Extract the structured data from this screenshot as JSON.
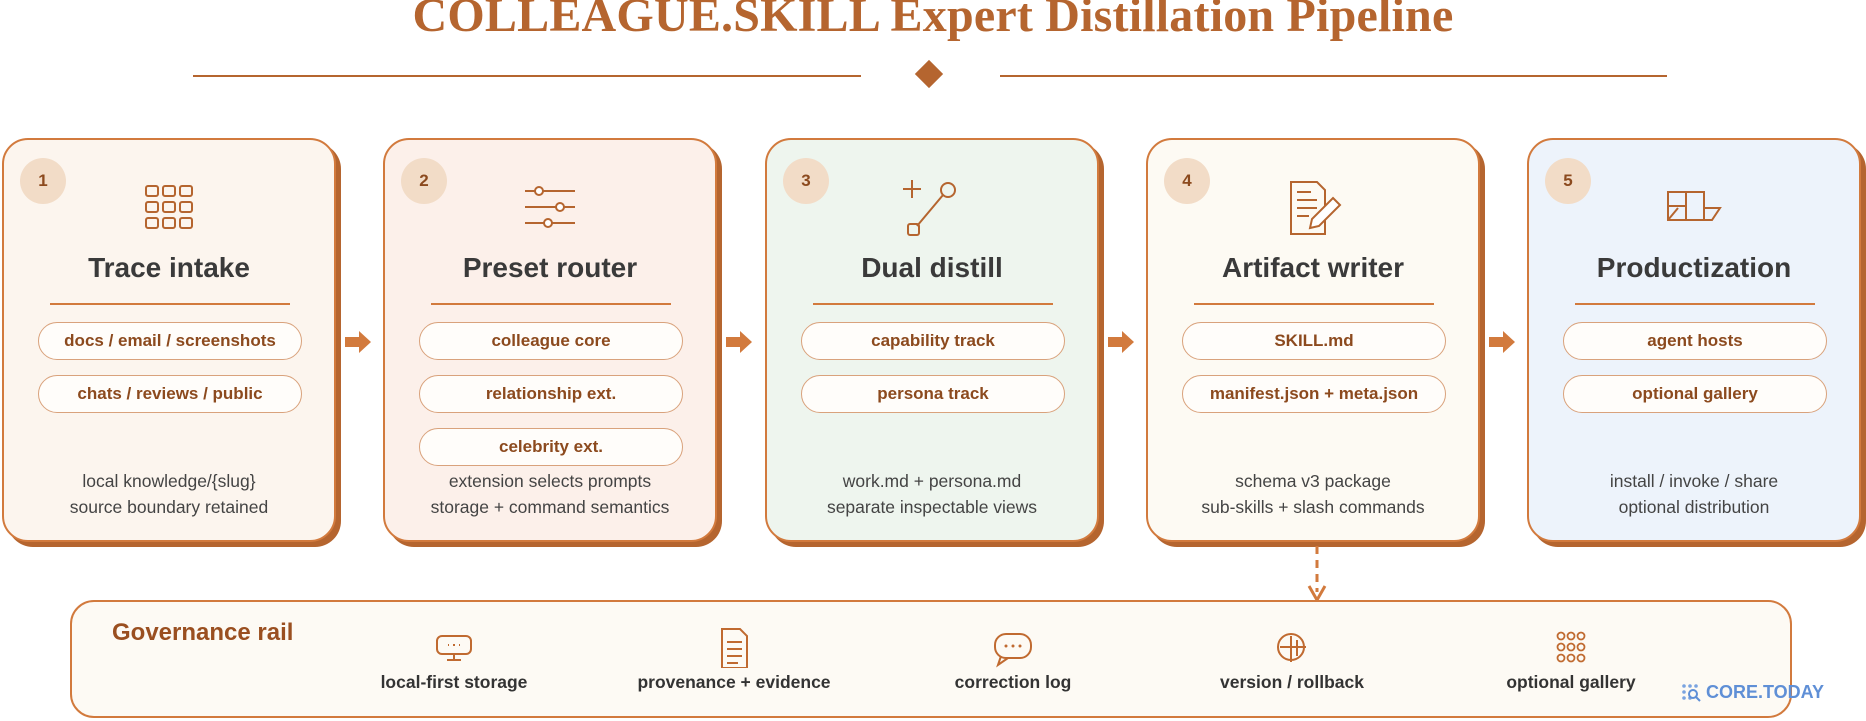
{
  "title": "COLLEAGUE.SKILL Expert Distillation Pipeline",
  "stages": [
    {
      "number": "1",
      "icon": "grid-icon",
      "title": "Trace intake",
      "pills": [
        "docs / email / screenshots",
        "chats / reviews / public"
      ],
      "notes": [
        "local knowledge/{slug}",
        "source boundary retained"
      ],
      "bg": "#fcf5ee"
    },
    {
      "number": "2",
      "icon": "sliders-icon",
      "title": "Preset router",
      "pills": [
        "colleague core",
        "relationship ext.",
        "celebrity ext."
      ],
      "notes": [
        "extension selects prompts",
        "storage + command semantics"
      ],
      "bg": "#fcf0ea"
    },
    {
      "number": "3",
      "icon": "path-icon",
      "title": "Dual distill",
      "pills": [
        "capability track",
        "persona track"
      ],
      "notes": [
        "work.md + persona.md",
        "separate inspectable views"
      ],
      "bg": "#eef5ee"
    },
    {
      "number": "4",
      "icon": "document-pen-icon",
      "title": "Artifact writer",
      "pills": [
        "SKILL.md",
        "manifest.json + meta.json"
      ],
      "notes": [
        "schema v3 package",
        "sub-skills + slash commands"
      ],
      "bg": "#fdfaf3"
    },
    {
      "number": "5",
      "icon": "layout-box-icon",
      "title": "Productization",
      "pills": [
        "agent hosts",
        "optional gallery"
      ],
      "notes": [
        "install / invoke / share",
        "optional distribution"
      ],
      "bg": "#edf3fb"
    }
  ],
  "governance": {
    "title": "Governance rail",
    "items": [
      {
        "label": "local-first storage",
        "icon": "monitor-icon"
      },
      {
        "label": "provenance + evidence",
        "icon": "document-icon"
      },
      {
        "label": "correction log",
        "icon": "chat-bubble-icon"
      },
      {
        "label": "version / rollback",
        "icon": "version-icon"
      },
      {
        "label": "optional gallery",
        "icon": "dots-grid-icon"
      }
    ]
  },
  "brand": "CORE.TODAY",
  "colors": {
    "accent": "#d27a3d",
    "accent_dark": "#b5652f",
    "text_brown": "#8c4a1e",
    "brand_blue": "#5f8fd6"
  }
}
